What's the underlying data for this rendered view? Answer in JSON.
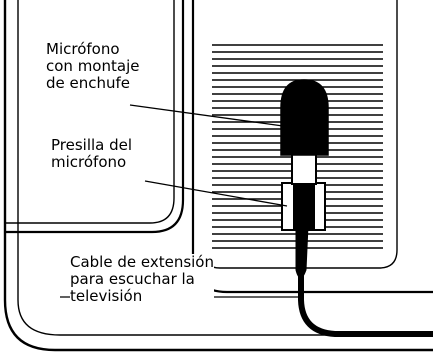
{
  "labels": {
    "mic": [
      "Micrófono",
      "con montaje",
      "de enchufe"
    ],
    "clip": [
      "Presilla del",
      "micrófono"
    ],
    "cable": [
      "Cable de extensión",
      "para escuchar la",
      "televisión"
    ]
  },
  "colors": {
    "ink": "#000000",
    "paper": "#ffffff"
  }
}
